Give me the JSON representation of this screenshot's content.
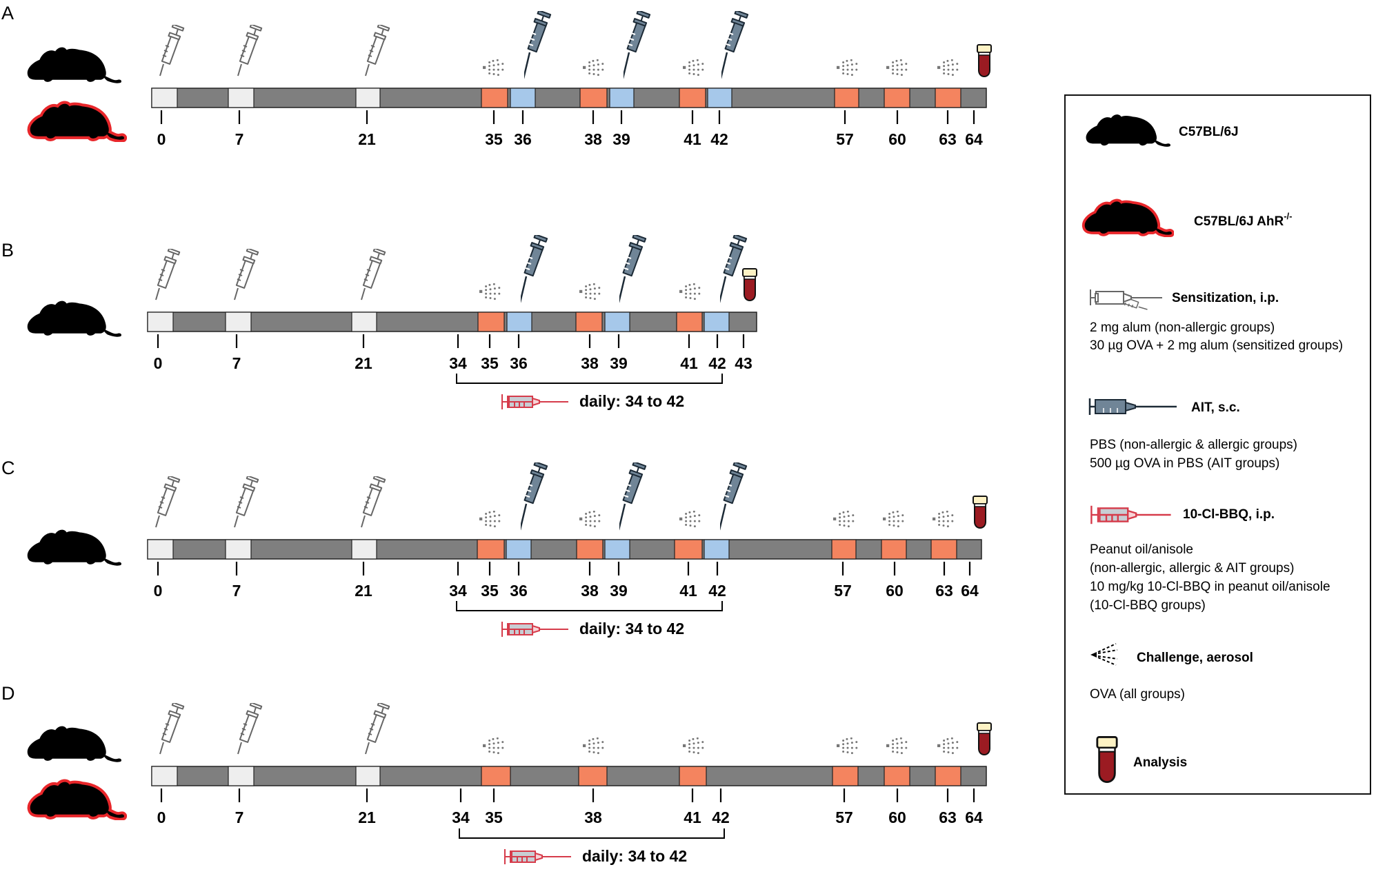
{
  "panels": [
    {
      "letter": "A",
      "mice": [
        "black",
        "red"
      ],
      "ticks": [
        "0",
        "7",
        "21",
        "35",
        "36",
        "38",
        "39",
        "41",
        "42",
        "57",
        "60",
        "63",
        "64"
      ],
      "daily": ""
    },
    {
      "letter": "B",
      "mice": [
        "black"
      ],
      "ticks": [
        "0",
        "7",
        "21",
        "34",
        "35",
        "36",
        "38",
        "39",
        "41",
        "42",
        "43"
      ],
      "daily": "daily: 34 to 42"
    },
    {
      "letter": "C",
      "mice": [
        "black"
      ],
      "ticks": [
        "0",
        "7",
        "21",
        "34",
        "35",
        "36",
        "38",
        "39",
        "41",
        "42",
        "57",
        "60",
        "63",
        "64"
      ],
      "daily": "daily: 34 to 42"
    },
    {
      "letter": "D",
      "mice": [
        "black",
        "red"
      ],
      "ticks": [
        "0",
        "7",
        "21",
        "34",
        "35",
        "38",
        "41",
        "42",
        "57",
        "60",
        "63",
        "64"
      ],
      "daily": "daily: 34 to 42"
    }
  ],
  "legend": {
    "strain_wt": "C57BL/6J",
    "strain_ko": "C57BL/6J AhR",
    "strain_ko_sup": "-/-",
    "sensitization": {
      "title": "Sensitization, i.p.",
      "lines": [
        "2 mg alum (non-allergic groups)",
        "30 µg OVA + 2 mg alum (sensitized groups)"
      ]
    },
    "ait": {
      "title": "AIT, s.c.",
      "lines": [
        "PBS (non-allergic & allergic groups)",
        "500 µg OVA in PBS (AIT groups)"
      ]
    },
    "bbq": {
      "title": "10-Cl-BBQ, i.p.",
      "lines": [
        "Peanut oil/anisole",
        "(non-allergic, allergic & AIT groups)",
        "10 mg/kg 10-Cl-BBQ in peanut oil/anisole",
        "(10-Cl-BBQ groups)"
      ]
    },
    "challenge": {
      "title": "Challenge, aerosol",
      "lines": [
        "OVA (all groups)"
      ]
    },
    "analysis": {
      "title": "Analysis"
    }
  },
  "colors": {
    "bar_gray": "#7f7f7f",
    "sensitization_cell": "#eeeeee",
    "challenge_cell": "#f4845f",
    "ait_cell": "#a6c8ea",
    "ko_outline": "#e8262a",
    "blood": "#9b1b22",
    "cap": "#fdf2c4",
    "ait_syringe": "#708597",
    "bbq_syringe": "#d63b4a"
  },
  "icons": [
    "mouse-icon",
    "syringe-icon",
    "ait-syringe-icon",
    "aerosol-icon",
    "blood-tube-icon",
    "bbq-syringe-icon"
  ]
}
